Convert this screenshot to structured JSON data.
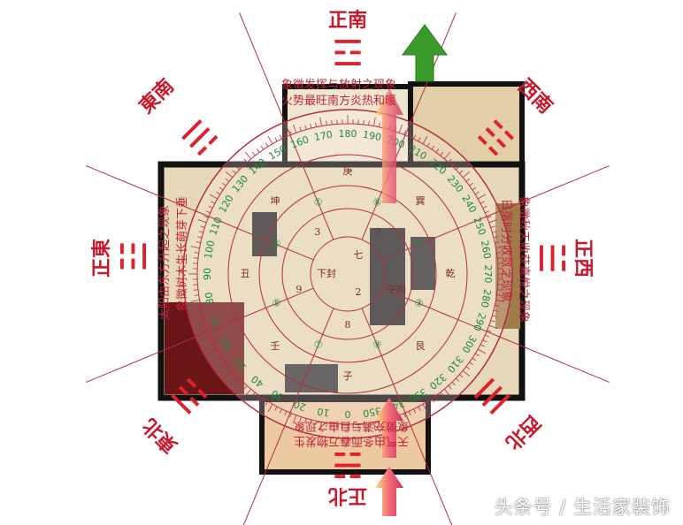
{
  "directions": [
    {
      "id": "south",
      "label": "正南",
      "trigram": "☲",
      "trigram_icon": "li-trigram"
    },
    {
      "id": "southeast",
      "label": "東南",
      "trigram": "☴",
      "trigram_icon": "xun-trigram"
    },
    {
      "id": "southwest",
      "label": "西南",
      "trigram": "☷",
      "trigram_icon": "kun-trigram"
    },
    {
      "id": "east",
      "label": "正東",
      "trigram": "☳",
      "trigram_icon": "zhen-trigram"
    },
    {
      "id": "west",
      "label": "正西",
      "trigram": "☱",
      "trigram_icon": "dui-trigram"
    },
    {
      "id": "northeast",
      "label": "東北",
      "trigram": "☶",
      "trigram_icon": "gen-trigram"
    },
    {
      "id": "northwest",
      "label": "西北",
      "trigram": "☰",
      "trigram_icon": "qian-trigram"
    },
    {
      "id": "north",
      "label": "正北",
      "trigram": "☵",
      "trigram_icon": "kan-trigram"
    }
  ],
  "notes": {
    "south_1": "象徵发挥与放射之现象",
    "south_2": "火势最旺南方炎热和暖",
    "north_1": "象徵充满与自由之现象",
    "north_2": "天气由冬而春万物发生",
    "east_1": "太阳由东方升起之现象",
    "east_2": "象徵树木生长萌芽下垂",
    "west_1": "日落时分收敛之现象",
    "west_2": "象徵秋天收获喜悦之现象"
  },
  "compass": {
    "degree_labels": [
      0,
      10,
      20,
      30,
      40,
      50,
      60,
      70,
      80,
      90,
      100,
      110,
      120,
      130,
      140,
      150,
      160,
      170,
      180,
      190,
      200,
      210,
      220,
      230,
      240,
      250,
      260,
      270,
      280,
      290,
      300,
      310,
      320,
      330,
      340,
      350
    ],
    "center_labels": [
      "下封",
      "七",
      "2",
      "8",
      "9",
      "3",
      "7",
      "午向",
      "子",
      "壬",
      "丑",
      "坤",
      "庚",
      "巽",
      "乾",
      "艮"
    ],
    "circled_numbers": [
      "⑧",
      "④",
      "③",
      "⑨",
      "⑦",
      "⑤",
      "⑥",
      "①"
    ]
  },
  "colors": {
    "accent_red": "#c8182c",
    "line_red": "#b0303c",
    "degree_green": "#1e8a3a",
    "floor": "#e6d8b8",
    "wall": "#111111",
    "bedroom": "#6b1616",
    "arrow_green": "#3a9a2a"
  },
  "watermark": "头条号 / 生活家装饰"
}
